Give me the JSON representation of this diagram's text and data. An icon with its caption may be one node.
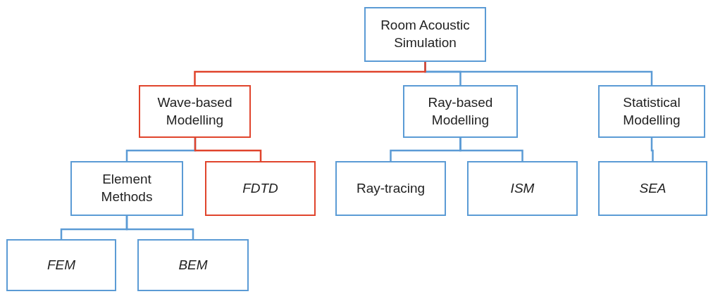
{
  "diagram": {
    "nodes": [
      {
        "text": [
          "Room Acoustic Simulation"
        ]
      },
      {
        "text": [
          "Wave-based Modelling"
        ]
      },
      {
        "text": [
          "Ray-based Modelling"
        ]
      },
      {
        "text": [
          "Statistical Modelling"
        ]
      },
      {
        "text": [
          "Element Methods"
        ]
      },
      {
        "text": [
          "FDTD"
        ]
      },
      {
        "text": [
          "Ray-tracing"
        ]
      },
      {
        "text": [
          "ISM"
        ]
      },
      {
        "text": [
          "SEA"
        ]
      },
      {
        "text": [
          "FEM"
        ]
      },
      {
        "text": [
          "BEM"
        ]
      }
    ],
    "edges": [
      {
        "from": 0,
        "to": 1,
        "arrow": "none",
        "color": "#e0442c"
      },
      {
        "from": 0,
        "to": 2,
        "arrow": "none"
      },
      {
        "from": 0,
        "to": 3,
        "arrow": "none"
      },
      {
        "from": 1,
        "to": 4,
        "arrow": "none"
      },
      {
        "from": 1,
        "to": 5,
        "arrow": "none",
        "color": "#e0442c"
      },
      {
        "from": 2,
        "to": 6,
        "arrow": "none"
      },
      {
        "from": 2,
        "to": 7,
        "arrow": "none"
      },
      {
        "from": 3,
        "to": 8,
        "arrow": "none"
      },
      {
        "from": 4,
        "to": 9,
        "arrow": "none"
      },
      {
        "from": 4,
        "to": 10,
        "arrow": "none"
      }
    ]
  }
}
